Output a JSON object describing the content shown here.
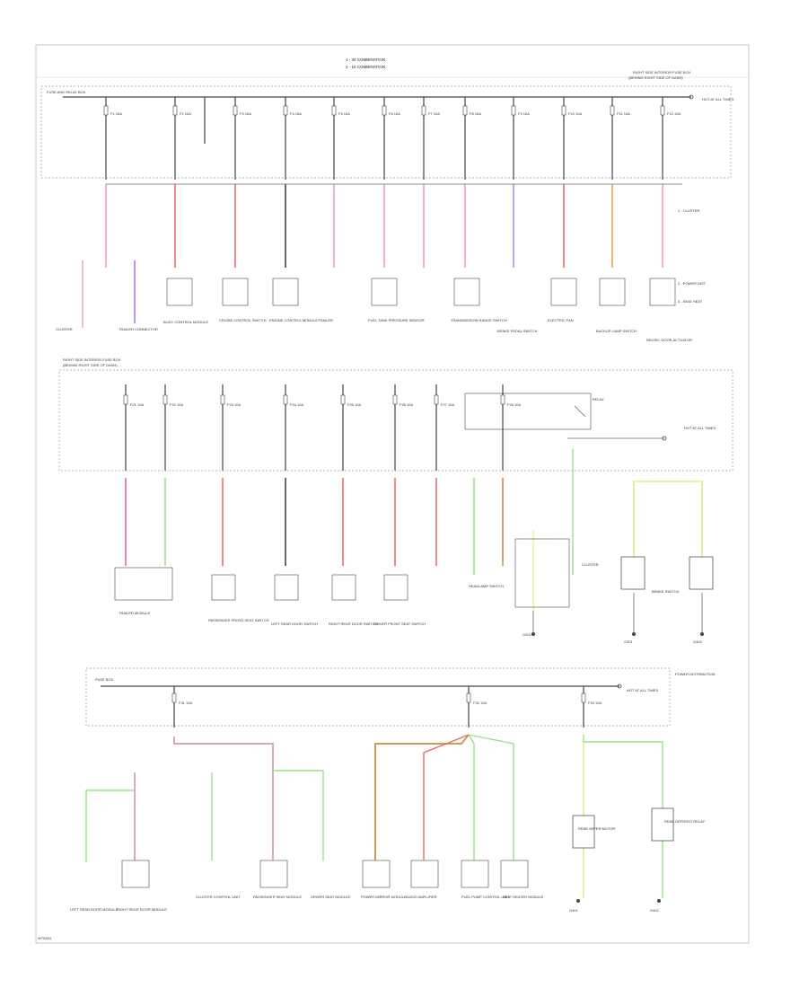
{
  "header": {
    "title_line1": "1 - 30 COMBINATION",
    "title_line2": "2 - 15 COMBINATION",
    "right_block": "RIGHT SIDE INTERIOR FUSE BOX",
    "right_block2": "(BEHIND RIGHT SIDE OF DASH)"
  },
  "section1": {
    "left_label": "FUSE AND RELAY BOX",
    "hot_label": "HOT AT ALL TIMES",
    "fuses": [
      "F1 10A",
      "F2 10A",
      "F3 10A",
      "F4 15A",
      "F5 10A",
      "F6 10A",
      "F7 10A",
      "F8 10A",
      "F9 10A",
      "F10 10A",
      "F11 10A",
      "F12 10A"
    ],
    "components": [
      "CLUSTER",
      "TRAILER CONNECTOR",
      "BODY CONTROL MODULE",
      "CRUISE CONTROL SWITCH",
      "ENGINE CONTROL MODULE",
      "TRAILER",
      "FUEL TANK PRESSURE SENSOR",
      "TRANSMISSION RANGE SWITCH",
      "BRAKE PEDAL SWITCH",
      "ELECTRIC FAN",
      "BACKUP LAMP SWITCH",
      "RECIRC DOOR ACTUATOR"
    ],
    "notes": [
      "1 - CLUSTER",
      "2 - POWER DIST",
      "3 - SEAT HEAT"
    ]
  },
  "section2": {
    "title": "RIGHT SIDE INTERIOR FUSE BOX",
    "subtitle": "(BEHIND RIGHT SIDE OF DASH)",
    "hot_label": "HOT AT ALL TIMES",
    "relay_label": "RELAY",
    "fuses": [
      "F21 10A",
      "F22 10A",
      "F23 10A",
      "F24 10A",
      "F25 10A",
      "F26 10A",
      "F27 10A",
      "F28 10A"
    ],
    "components": [
      "TRAILER MODULE",
      "PASSENGER FRONT SEAT SWITCH",
      "LEFT REAR DOOR SWITCH",
      "RIGHT REAR DOOR SWITCH",
      "DRIVER FRONT SEAT SWITCH",
      "HEADLAMP SWITCH",
      "G201",
      "CLUSTER",
      "BRAKE SWITCH"
    ],
    "grounds": [
      "G301",
      "G302"
    ]
  },
  "section3": {
    "title": "POWER DISTRIBUTION",
    "left_label": "FUSE BOX",
    "hot_label": "HOT AT ALL TIMES",
    "fuses": [
      "F31 10A",
      "F32 10A",
      "F33 10A"
    ],
    "components": [
      "LEFT REAR DOOR MODULE",
      "RIGHT REAR DOOR MODULE",
      "CLUSTER CONTROL UNIT",
      "PASSENGER SEAT MODULE",
      "DRIVER SEAT MODULE",
      "POWER MIRROR MODULE",
      "AUDIO AMPLIFIER",
      "FUEL PUMP CONTROL UNIT",
      "SEAT HEATER MODULE",
      "REAR WIPER MOTOR",
      "REAR DEFROST RELAY"
    ],
    "grounds": [
      "G401",
      "G402"
    ]
  },
  "footer": {
    "code": "W75394"
  },
  "colors": {
    "wire_dark": "#444444",
    "pink": "#f2a0b0",
    "red": "#f06a6a",
    "violet": "#b57be0",
    "blue": "#9a9cf0",
    "orange": "#f0a050",
    "green": "#9be08a",
    "yellow": "#e8e888",
    "brown": "#c89040",
    "magenta": "#f060b0"
  }
}
